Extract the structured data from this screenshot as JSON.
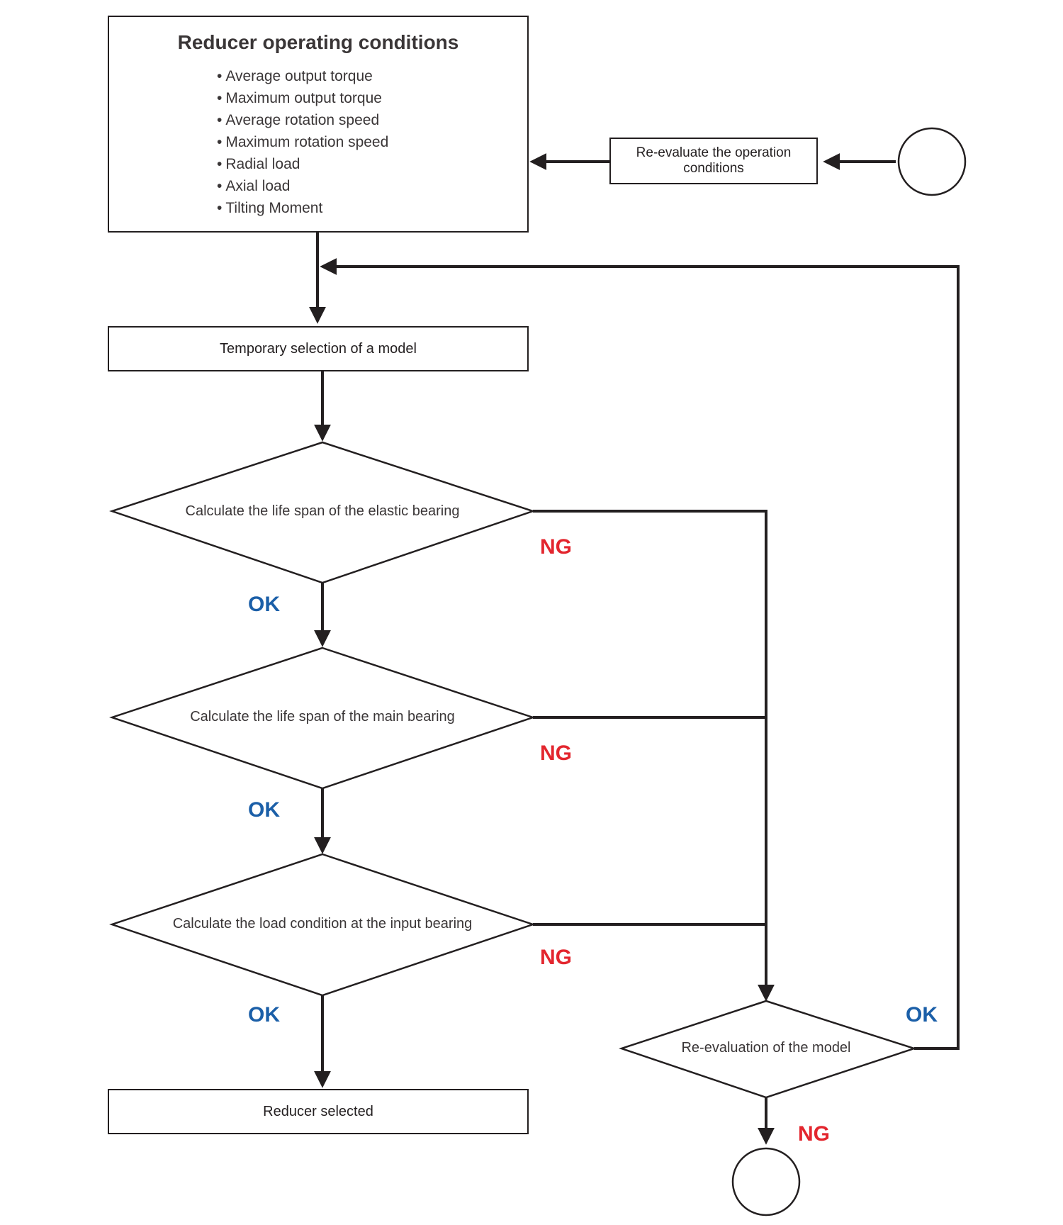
{
  "conditions": {
    "title": "Reducer operating conditions",
    "items": [
      "Average output torque",
      "Maximum output torque",
      "Average rotation speed",
      "Maximum rotation speed",
      "Radial load",
      "Axial load",
      "Tilting Moment"
    ]
  },
  "reevaluate_conditions": "Re-evaluate the operation conditions",
  "temporary_selection": "Temporary selection of a model",
  "decisions": {
    "elastic_bearing": "Calculate the life span of the elastic bearing",
    "main_bearing": "Calculate the life span of the main bearing",
    "input_bearing": "Calculate the load condition at the input bearing",
    "reevaluation_model": "Re-evaluation of the model"
  },
  "reducer_selected": "Reducer selected",
  "outcomes": {
    "ok": "OK",
    "ng": "NG"
  },
  "colors": {
    "ok": "#1b5fa8",
    "ng": "#e3262e",
    "line": "#231f20"
  }
}
